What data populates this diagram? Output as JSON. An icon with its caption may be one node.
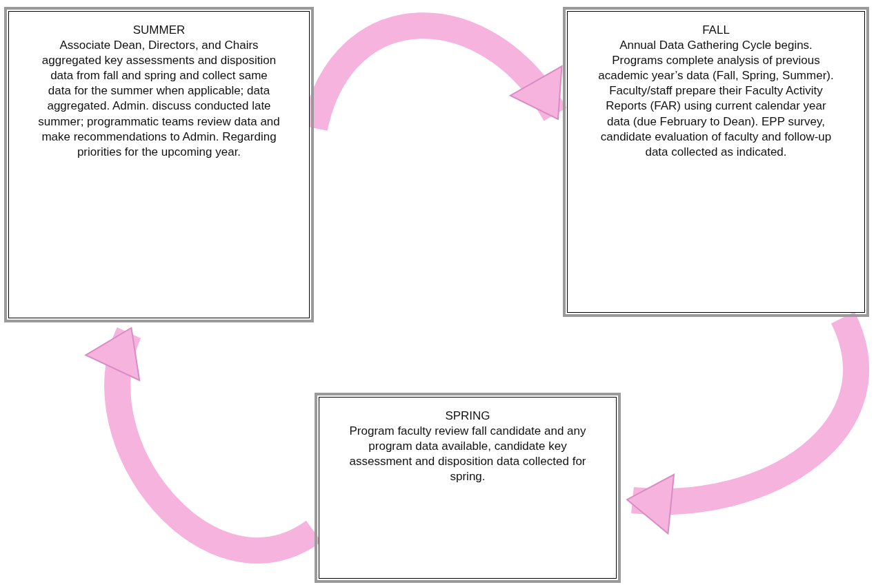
{
  "diagram": {
    "nodes": [
      {
        "text": [
          "SUMMER",
          "Associate Dean, Directors, and Chairs aggregated key assessments and disposition data from fall and spring and collect same data for the summer when applicable; data aggregated. Admin. discuss conducted late summer; programmatic teams review data and make recommendations to Admin. Regarding priorities for the upcoming year."
        ]
      },
      {
        "text": [
          "FALL",
          "Annual Data Gathering Cycle begins. Programs complete analysis of previous academic year’s data (Fall, Spring, Summer). Faculty/staff prepare their Faculty Activity Reports (FAR) using current calendar year data (due February to Dean). EPP survey, candidate evaluation of faculty and follow-up data collected as indicated."
        ]
      },
      {
        "text": [
          "SPRING",
          "Program faculty review fall candidate and any program data available, candidate key assessment and disposition data collected for spring."
        ]
      }
    ],
    "edges": [
      {
        "from": 0,
        "to": 1,
        "arrow": "to"
      },
      {
        "from": 1,
        "to": 2,
        "arrow": "to"
      },
      {
        "from": 2,
        "to": 0,
        "arrow": "to"
      }
    ]
  }
}
